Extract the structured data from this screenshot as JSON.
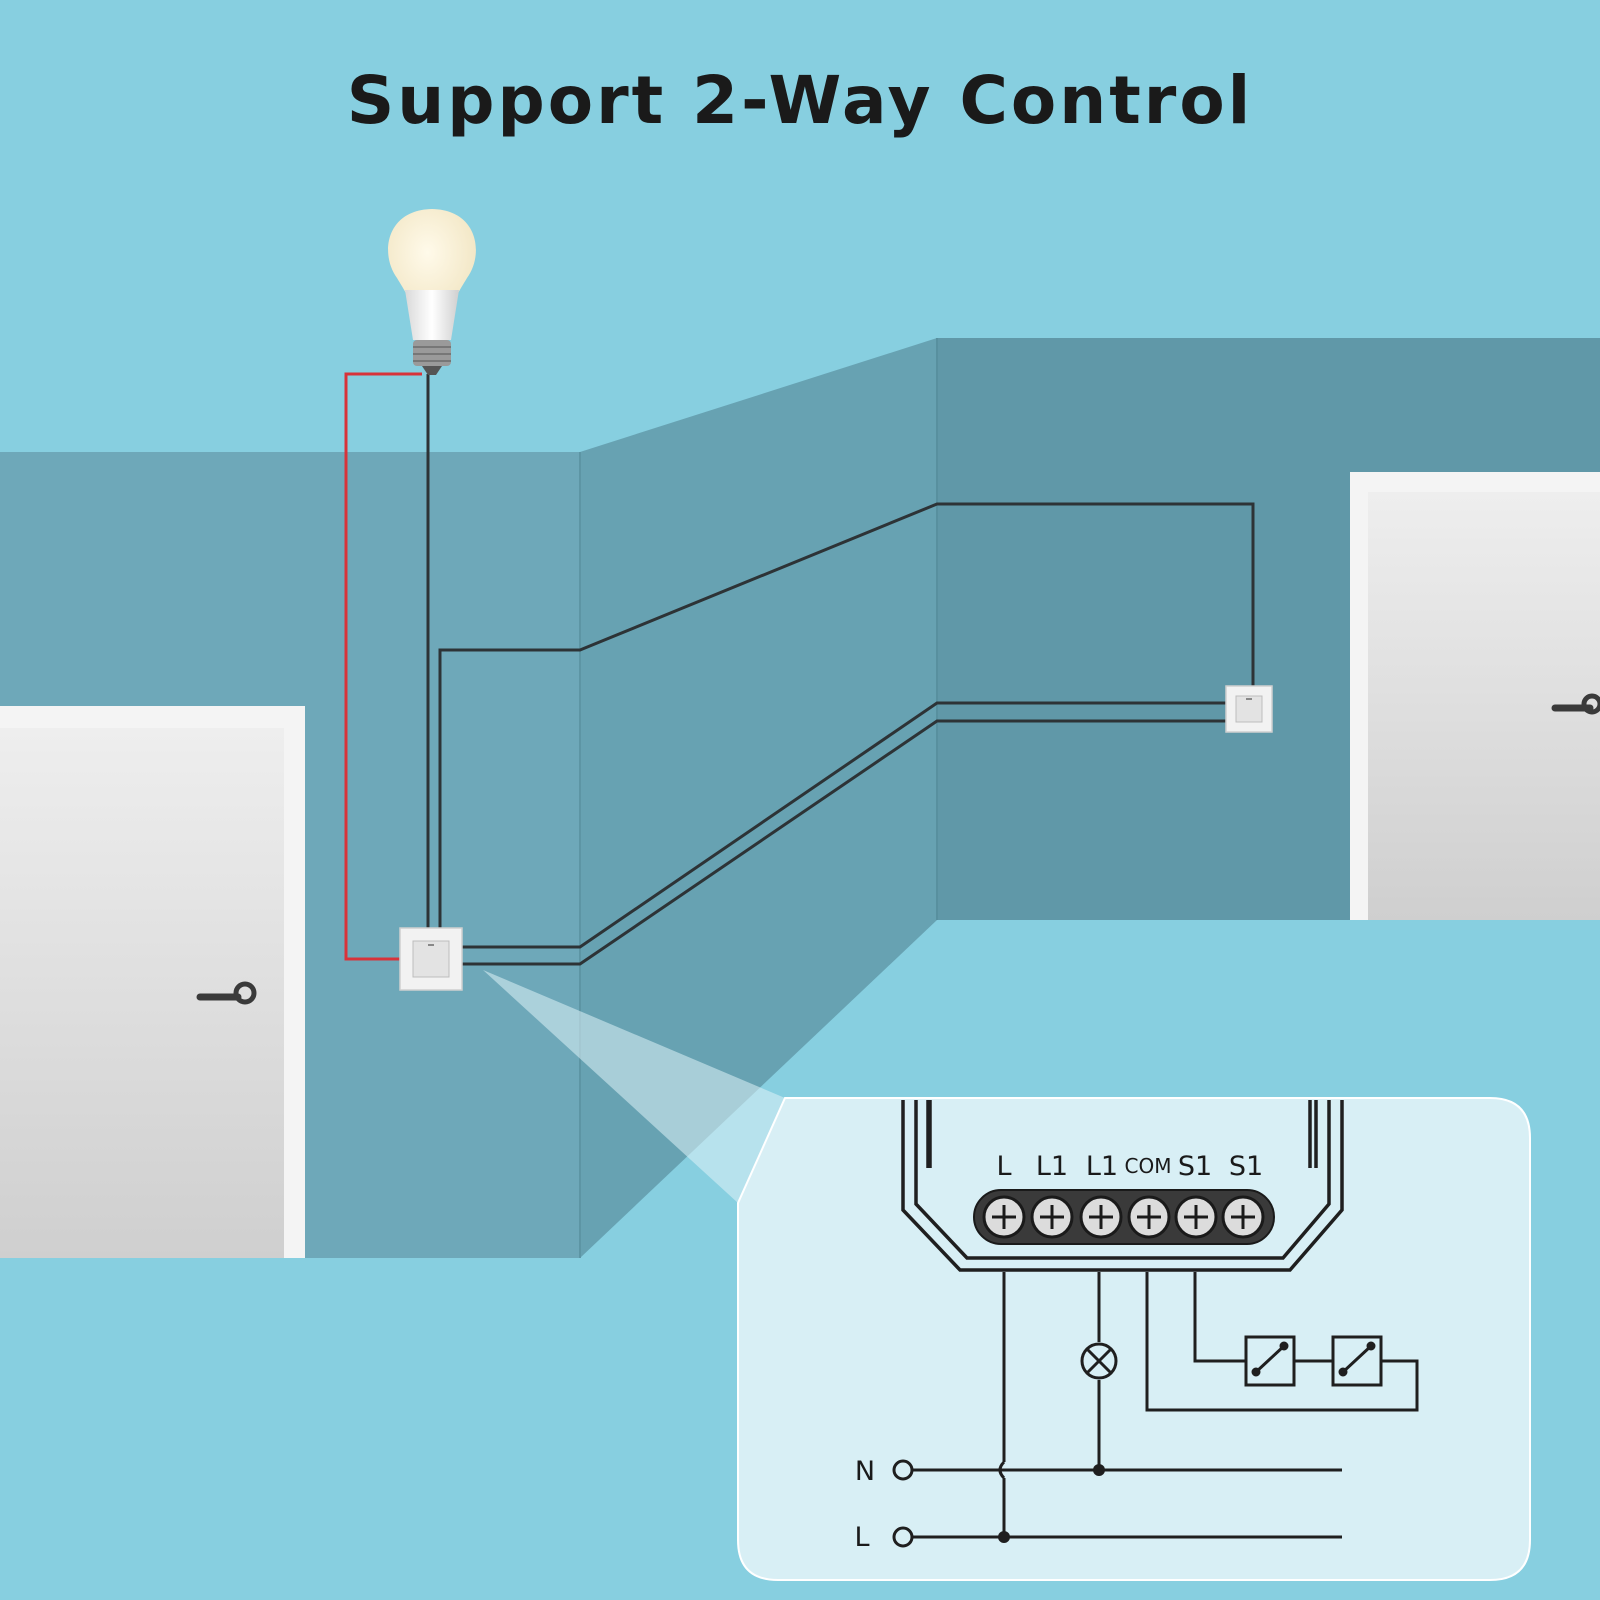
{
  "title": "Support 2-Way Control",
  "colors": {
    "background": "#87cfe0",
    "wall_left": "#6ea8b9",
    "wall_middle": "#67a2b2",
    "wall_right": "#6098a8",
    "live_wire": "#d8333a",
    "wire": "#2d3336",
    "inset_panel": "#d8eff5"
  },
  "module": {
    "terminals": [
      "L",
      "L1",
      "L1",
      "COM",
      "S1",
      "S1"
    ]
  },
  "mains": {
    "neutral_label": "N",
    "live_label": "L"
  },
  "icons": [
    "light-bulb-icon",
    "wall-switch-icon",
    "door-icon",
    "lamp-symbol-icon",
    "switch-symbol-icon"
  ]
}
